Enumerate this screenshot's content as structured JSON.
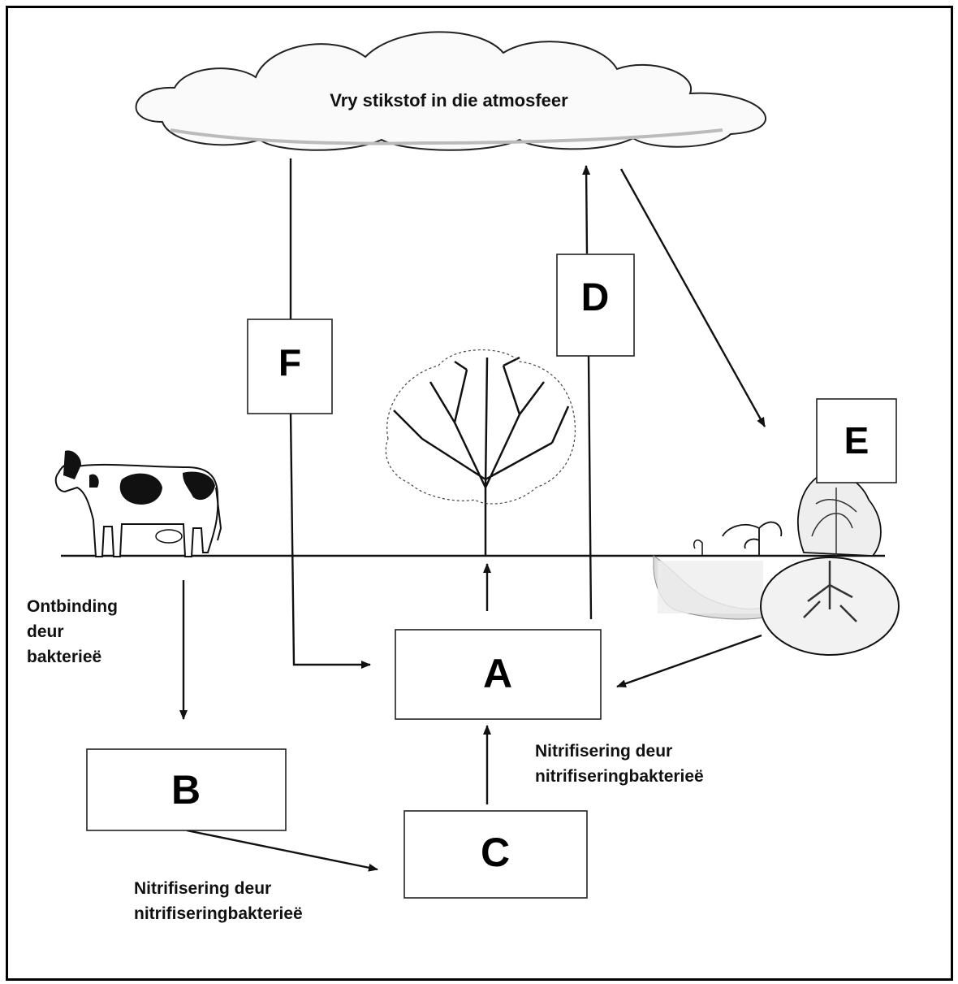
{
  "cloud_label": "Vry stikstof in die atmosfeer",
  "boxes": {
    "A": "A",
    "B": "B",
    "C": "C",
    "D": "D",
    "E": "E",
    "F": "F"
  },
  "labels": {
    "decomposition": [
      "Ontbinding",
      "deur",
      "bakterieë"
    ],
    "nitrification_right": [
      "Nitrifisering deur",
      "nitrifiseringbakterieë"
    ],
    "nitrification_bottom": [
      "Nitrifisering deur",
      "nitrifiseringbakterieë"
    ]
  },
  "illustrations": {
    "animal": "cow",
    "plant_center": "tree",
    "plant_right": "legume-plants-with-root-nodules"
  }
}
